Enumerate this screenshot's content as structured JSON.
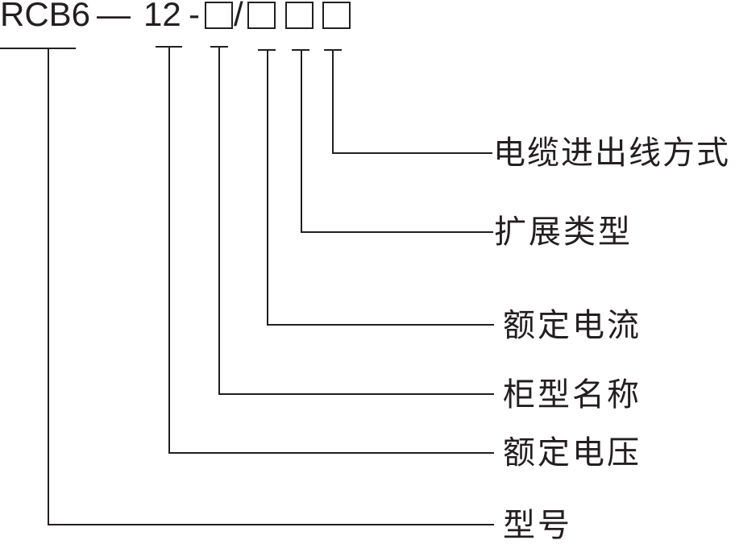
{
  "diagram": {
    "code": {
      "prefix": "RCB6",
      "dash_long": "—",
      "voltage": "12",
      "dash_short": "-",
      "slash": "/",
      "placeholder_boxes": 4
    },
    "labels": {
      "cable_inout_mode": "电缆进出线方式",
      "extension_type": "扩展类型",
      "rated_current": "额定电流",
      "cabinet_type_name": "柜型名称",
      "rated_voltage": "额定电压",
      "model": "型号"
    },
    "colors": {
      "ink": "#231f20",
      "background": "#ffffff"
    }
  }
}
